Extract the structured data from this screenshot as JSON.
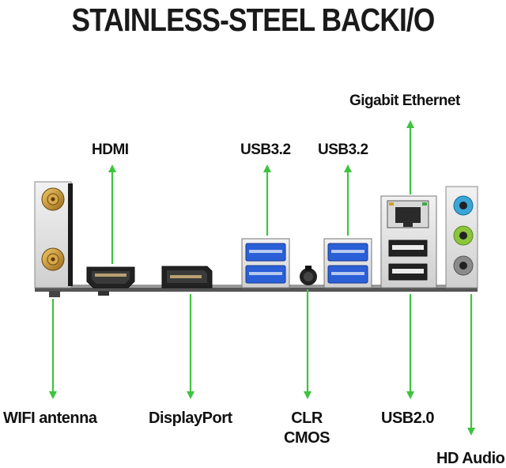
{
  "title": "STAINLESS-STEEL BACKI/O",
  "labels": {
    "gigabit_ethernet": "Gigabit Ethernet",
    "hdmi": "HDMI",
    "usb32_left": "USB3.2",
    "usb32_right": "USB3.2",
    "wifi_antenna": "WIFI antenna",
    "displayport": "DisplayPort",
    "clr_cmos_line1": "CLR",
    "clr_cmos_line2": "CMOS",
    "usb20": "USB2.0",
    "hd_audio": "HD Audio"
  },
  "colors": {
    "arrow": "#3ec43e",
    "usb3_blue": "#2a5fd8",
    "audio_blue": "#3aa6d8",
    "audio_green": "#8cc43c",
    "audio_gray": "#8a8a8a",
    "antenna_gold": "#c8962e"
  }
}
